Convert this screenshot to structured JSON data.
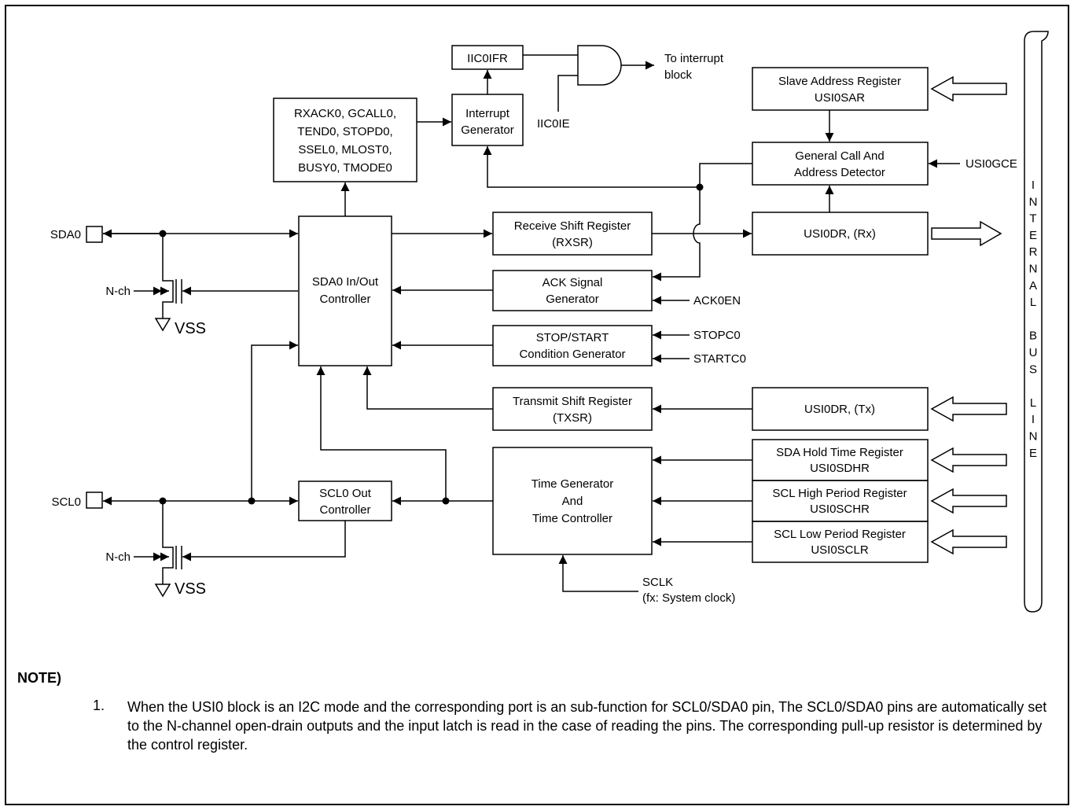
{
  "blocks": {
    "iic0ifr": "IIC0IFR",
    "interrupt_gen": [
      "Interrupt",
      "Generator"
    ],
    "status_flags": [
      "RXACK0, GCALL0,",
      "TEND0, STOPD0,",
      "SSEL0, MLOST0,",
      "BUSY0, TMODE0"
    ],
    "slave_addr": [
      "Slave Address Register",
      "USI0SAR"
    ],
    "gca_detector": [
      "General Call And",
      "Address Detector"
    ],
    "sda_ctrl": [
      "SDA0 In/Out",
      "Controller"
    ],
    "rxsr": [
      "Receive Shift Register",
      "(RXSR)"
    ],
    "usi0dr_rx": "USI0DR, (Rx)",
    "ack_gen": [
      "ACK Signal",
      "Generator"
    ],
    "stop_start": [
      "STOP/START",
      "Condition Generator"
    ],
    "txsr": [
      "Transmit Shift Register",
      "(TXSR)"
    ],
    "usi0dr_tx": "USI0DR, (Tx)",
    "time_gen": [
      "Time Generator",
      "And",
      "Time Controller"
    ],
    "sdhr": [
      "SDA Hold Time Register",
      "USI0SDHR"
    ],
    "schr": [
      "SCL High Period Register",
      "USI0SCHR"
    ],
    "sclr": [
      "SCL Low Period Register",
      "USI0SCLR"
    ],
    "scl_ctrl": [
      "SCL0 Out",
      "Controller"
    ]
  },
  "signals": {
    "to_interrupt": [
      "To interrupt",
      "block"
    ],
    "iic0ie": "IIC0IE",
    "usi0gce": "USI0GCE",
    "ack0en": "ACK0EN",
    "stopc0": "STOPC0",
    "startc0": "STARTC0",
    "sclk": [
      "SCLK",
      "(fx: System clock)"
    ]
  },
  "pins": {
    "sda0": "SDA0",
    "scl0": "SCL0",
    "nch_top": "N-ch",
    "nch_bottom": "N-ch",
    "vss_top": "VSS",
    "vss_bottom": "VSS"
  },
  "bus_label": [
    "I",
    "N",
    "T",
    "E",
    "R",
    "N",
    "A",
    "L",
    "",
    "B",
    "U",
    "S",
    "",
    "L",
    "I",
    "N",
    "E"
  ],
  "note": {
    "title": "NOTE)",
    "number": "1.",
    "text": "When the USI0 block is an I2C mode and the corresponding port is an sub-function for SCL0/SDA0 pin, The SCL0/SDA0 pins are automatically set to the N-channel open-drain outputs and the input latch is read in the case of reading the pins. The corresponding pull-up resistor is determined by the control register."
  }
}
